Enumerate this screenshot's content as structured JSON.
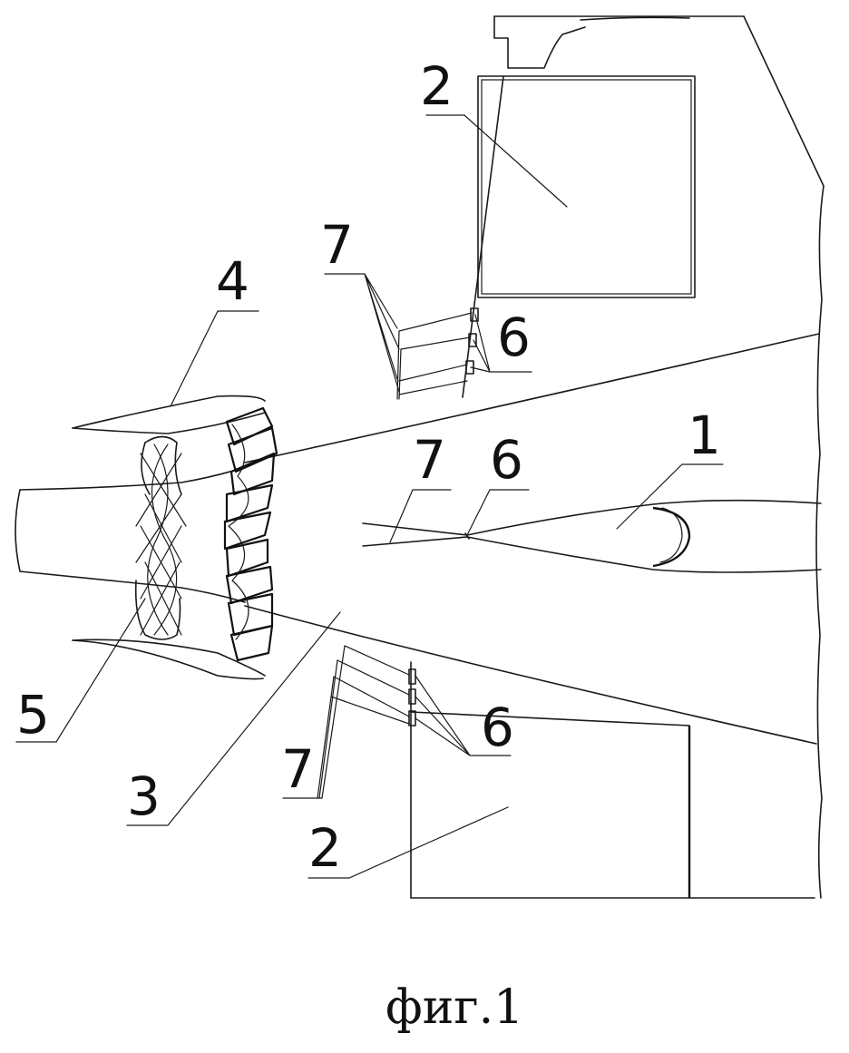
{
  "labels": {
    "fuselage": "1",
    "wing_top": "2",
    "wing_bottom": "2",
    "tail_cone": "3",
    "shroud": "4",
    "rotor": "5",
    "elements_6_upper": "6",
    "elements_6_mid": "6",
    "elements_6_lower": "6",
    "elements_7_upper": "7",
    "elements_7_mid": "7",
    "elements_7_lower": "7"
  },
  "caption": "фиг.1"
}
